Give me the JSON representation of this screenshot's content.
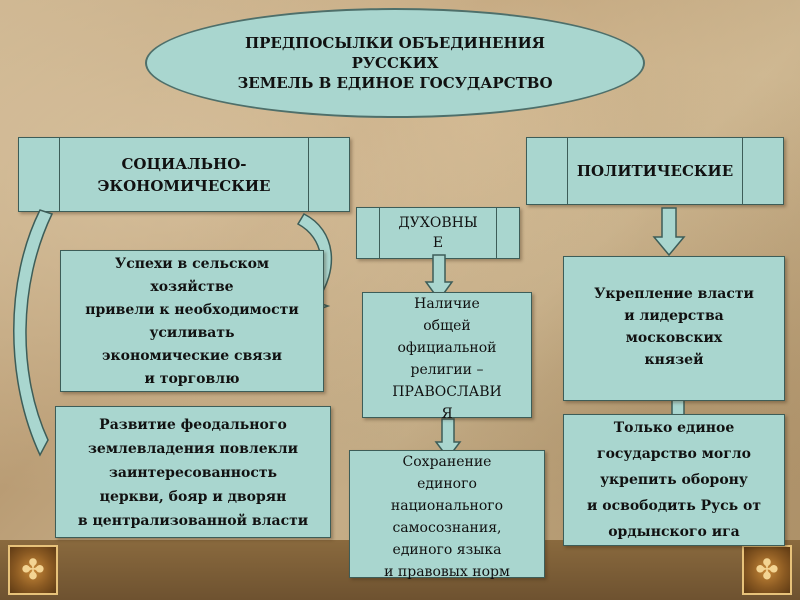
{
  "title": "ПРЕДПОСЫЛКИ ОБЪЕДИНЕНИЯ\nРУССКИХ\nЗЕМЕЛЬ В ЕДИНОЕ ГОСУДАРСТВО",
  "columns": {
    "social": {
      "header": "СОЦИАЛЬНО-\nЭКОНОМИЧЕСКИЕ",
      "box1": "Успехи в сельском\nхозяйстве\nпривели к необходимости\nусиливать\nэкономические связи\nи торговлю",
      "box2": "Развитие феодального\nземлевладения повлекли\nзаинтересованность\nцеркви, бояр и дворян\nв централизованной власти"
    },
    "spiritual": {
      "header": "ДУХОВНЫ\nЕ",
      "box1": "Наличие\nобщей\nофициальной\nрелигии –\nПРАВОСЛАВИ\nЯ",
      "box2": "Сохранение\nединого\nнационального\nсамосознания,\nединого языка\nи правовых норм"
    },
    "political": {
      "header": "ПОЛИТИЧЕСКИЕ",
      "box1": "Укрепление власти\nи лидерства\nмосковских\nкнязей",
      "box2": "Только единое\nгосударство могло\nукрепить оборону\nи освободить Русь от\nордынского ига"
    }
  },
  "colors": {
    "box": "#a9d6cf",
    "border": "#3d5d58",
    "background": "#c4a87f"
  }
}
